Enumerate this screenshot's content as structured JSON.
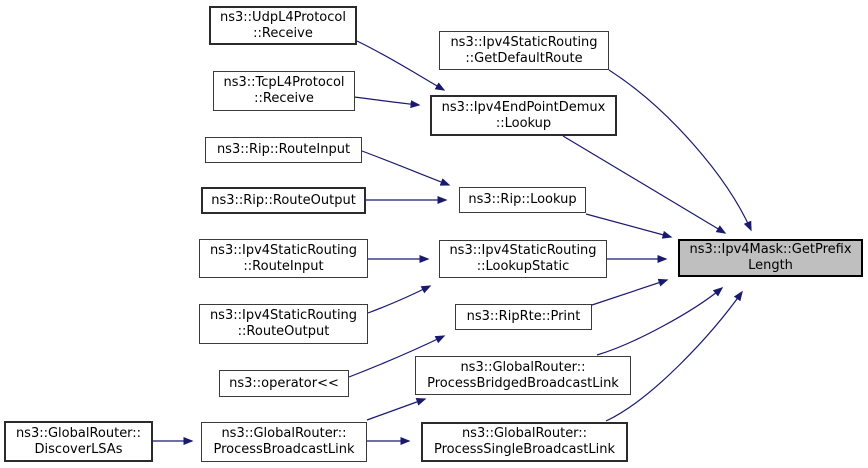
{
  "diagram": {
    "kind": "call-graph",
    "background_color": "#ffffff",
    "edge_color": "#191970",
    "node_fill": "#ffffff",
    "node_border_color": "#3a3a3a",
    "highlight_fill": "#bfbfbf",
    "highlighted_node": "ns3::Ipv4Mask::GetPrefixLength"
  },
  "nodes": [
    {
      "label": "ns3::UdpL4Protocol::Receive",
      "lines": [
        "ns3::UdpL4Protocol",
        "::Receive"
      ]
    },
    {
      "label": "ns3::TcpL4Protocol::Receive",
      "lines": [
        "ns3::TcpL4Protocol",
        "::Receive"
      ]
    },
    {
      "label": "ns3::Rip::RouteInput",
      "lines": [
        "ns3::Rip::RouteInput"
      ]
    },
    {
      "label": "ns3::Rip::RouteOutput",
      "lines": [
        "ns3::Rip::RouteOutput"
      ]
    },
    {
      "label": "ns3::Ipv4StaticRouting::RouteInput",
      "lines": [
        "ns3::Ipv4StaticRouting",
        "::RouteInput"
      ]
    },
    {
      "label": "ns3::Ipv4StaticRouting::RouteOutput",
      "lines": [
        "ns3::Ipv4StaticRouting",
        "::RouteOutput"
      ]
    },
    {
      "label": "ns3::operator<<",
      "lines": [
        "ns3::operator<<"
      ]
    },
    {
      "label": "ns3::GlobalRouter::ProcessBroadcastLink",
      "lines": [
        "ns3::GlobalRouter::",
        "ProcessBroadcastLink"
      ]
    },
    {
      "label": "ns3::GlobalRouter::DiscoverLSAs",
      "lines": [
        "ns3::GlobalRouter::",
        "DiscoverLSAs"
      ]
    },
    {
      "label": "ns3::Ipv4StaticRouting::GetDefaultRoute",
      "lines": [
        "ns3::Ipv4StaticRouting",
        "::GetDefaultRoute"
      ]
    },
    {
      "label": "ns3::Ipv4EndPointDemux::Lookup",
      "lines": [
        "ns3::Ipv4EndPointDemux",
        "::Lookup"
      ]
    },
    {
      "label": "ns3::Rip::Lookup",
      "lines": [
        "ns3::Rip::Lookup"
      ]
    },
    {
      "label": "ns3::Ipv4StaticRouting::LookupStatic",
      "lines": [
        "ns3::Ipv4StaticRouting",
        "::LookupStatic"
      ]
    },
    {
      "label": "ns3::RipRte::Print",
      "lines": [
        "ns3::RipRte::Print"
      ]
    },
    {
      "label": "ns3::GlobalRouter::ProcessBridgedBroadcastLink",
      "lines": [
        "ns3::GlobalRouter::",
        "ProcessBridgedBroadcastLink"
      ]
    },
    {
      "label": "ns3::GlobalRouter::ProcessSingleBroadcastLink",
      "lines": [
        "ns3::GlobalRouter::",
        "ProcessSingleBroadcastLink"
      ]
    },
    {
      "label": "ns3::Ipv4Mask::GetPrefixLength",
      "lines": [
        "ns3::Ipv4Mask::GetPrefix",
        "Length"
      ]
    }
  ],
  "edges": [
    {
      "from": "ns3::UdpL4Protocol::Receive",
      "to": "ns3::Ipv4EndPointDemux::Lookup"
    },
    {
      "from": "ns3::TcpL4Protocol::Receive",
      "to": "ns3::Ipv4EndPointDemux::Lookup"
    },
    {
      "from": "ns3::Rip::RouteInput",
      "to": "ns3::Rip::Lookup"
    },
    {
      "from": "ns3::Rip::RouteOutput",
      "to": "ns3::Rip::Lookup"
    },
    {
      "from": "ns3::Ipv4StaticRouting::RouteInput",
      "to": "ns3::Ipv4StaticRouting::LookupStatic"
    },
    {
      "from": "ns3::Ipv4StaticRouting::RouteOutput",
      "to": "ns3::Ipv4StaticRouting::LookupStatic"
    },
    {
      "from": "ns3::operator<<",
      "to": "ns3::RipRte::Print"
    },
    {
      "from": "ns3::GlobalRouter::DiscoverLSAs",
      "to": "ns3::GlobalRouter::ProcessBroadcastLink"
    },
    {
      "from": "ns3::GlobalRouter::ProcessBroadcastLink",
      "to": "ns3::GlobalRouter::ProcessBridgedBroadcastLink"
    },
    {
      "from": "ns3::GlobalRouter::ProcessBroadcastLink",
      "to": "ns3::GlobalRouter::ProcessSingleBroadcastLink"
    },
    {
      "from": "ns3::Ipv4StaticRouting::GetDefaultRoute",
      "to": "ns3::Ipv4Mask::GetPrefixLength"
    },
    {
      "from": "ns3::Ipv4EndPointDemux::Lookup",
      "to": "ns3::Ipv4Mask::GetPrefixLength"
    },
    {
      "from": "ns3::Rip::Lookup",
      "to": "ns3::Ipv4Mask::GetPrefixLength"
    },
    {
      "from": "ns3::Ipv4StaticRouting::LookupStatic",
      "to": "ns3::Ipv4Mask::GetPrefixLength"
    },
    {
      "from": "ns3::RipRte::Print",
      "to": "ns3::Ipv4Mask::GetPrefixLength"
    },
    {
      "from": "ns3::GlobalRouter::ProcessBridgedBroadcastLink",
      "to": "ns3::Ipv4Mask::GetPrefixLength"
    },
    {
      "from": "ns3::GlobalRouter::ProcessSingleBroadcastLink",
      "to": "ns3::Ipv4Mask::GetPrefixLength"
    }
  ]
}
